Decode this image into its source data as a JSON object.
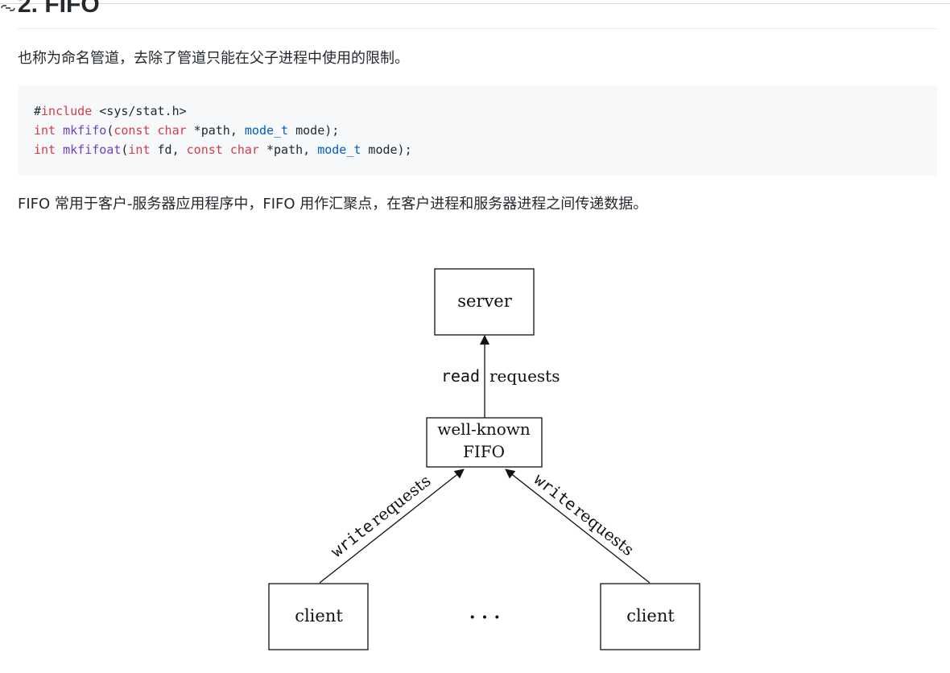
{
  "section": {
    "heading": "2. FIFO",
    "intro": "也称为命名管道，去除了管道只能在父子进程中使用的限制。",
    "followup": "FIFO 常用于客户-服务器应用程序中，FIFO 用作汇聚点，在客户进程和服务器进程之间传递数据。"
  },
  "code": {
    "line1": {
      "directive": "#",
      "keyword": "include",
      "header": " <sys/stat.h>"
    },
    "line2": {
      "ret": "int",
      "fn": "mkfifo",
      "open": "(",
      "q1": "const",
      "sp1": " ",
      "t1": "char",
      "p1": " *path, ",
      "t2": "mode_t",
      "p2": " mode);"
    },
    "line3": {
      "ret": "int",
      "fn": "mkfifoat",
      "open": "(",
      "t0": "int",
      "p0": " fd, ",
      "q1": "const",
      "sp1": " ",
      "t1": "char",
      "p1": " *path, ",
      "t2": "mode_t",
      "p2": " mode);"
    }
  },
  "diagram": {
    "server": "server",
    "fifo_line1": "well-known",
    "fifo_line2": "FIFO",
    "read_word": "read",
    "read_rest": "requests",
    "write_word": "write",
    "write_rest": "requests",
    "client_left": "client",
    "client_right": "client",
    "ellipsis": "· · ·"
  }
}
